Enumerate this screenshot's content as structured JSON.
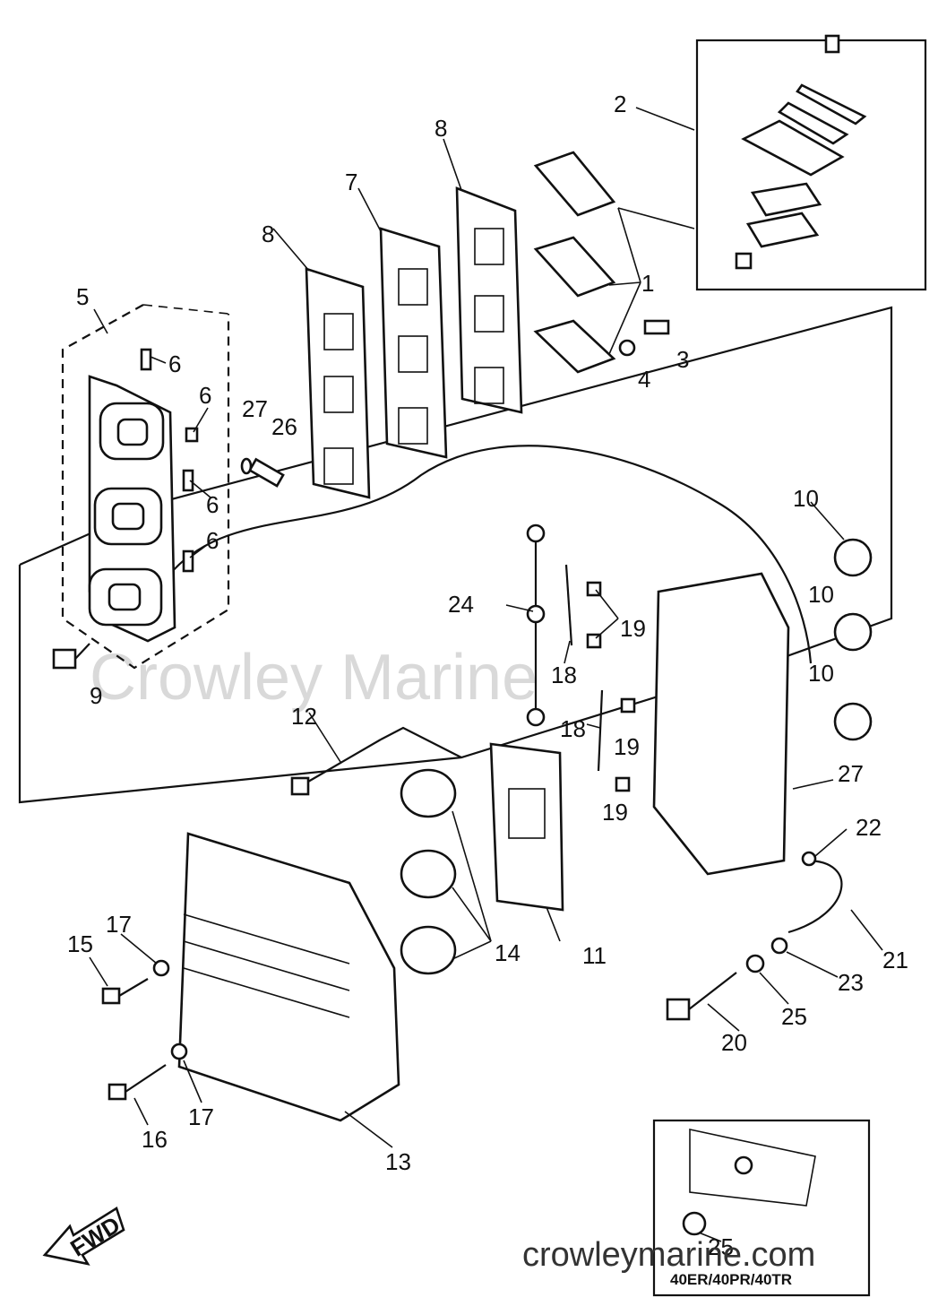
{
  "watermark": "Crowley Marine",
  "website": "crowleymarine.com",
  "direction_arrow": "FWD",
  "inset_caption": "40ER/40PR/40TR",
  "callouts": {
    "c1": "1",
    "c2": "2",
    "c3": "3",
    "c4": "4",
    "c5": "5",
    "c6a": "6",
    "c6b": "6",
    "c6c": "6",
    "c6d": "6",
    "c7": "7",
    "c8a": "8",
    "c8b": "8",
    "c9": "9",
    "c10a": "10",
    "c10b": "10",
    "c10c": "10",
    "c11": "11",
    "c12": "12",
    "c13": "13",
    "c14": "14",
    "c15": "15",
    "c16": "16",
    "c17a": "17",
    "c17b": "17",
    "c18a": "18",
    "c18b": "18",
    "c19a": "19",
    "c19b": "19",
    "c19c": "19",
    "c20": "20",
    "c21": "21",
    "c22": "22",
    "c23": "23",
    "c24": "24",
    "c25a": "25",
    "c25b": "25",
    "c26": "26",
    "c27a": "27",
    "c27b": "27"
  }
}
